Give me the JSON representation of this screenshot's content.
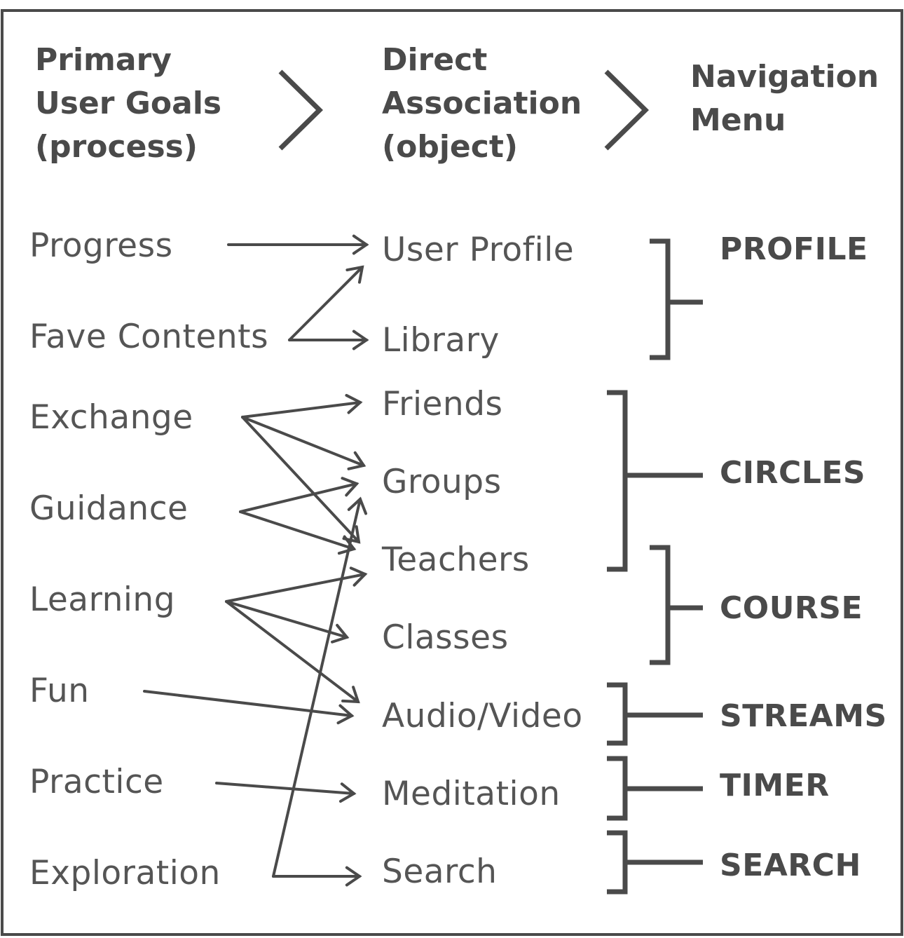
{
  "headers": {
    "goals": "Primary\nUser Goals\n(process)",
    "associations": "Direct\nAssociation\n(object)",
    "navigation": "Navigation\nMenu"
  },
  "goals": [
    "Progress",
    "Fave Contents",
    "Exchange",
    "Guidance",
    "Learning",
    "Fun",
    "Practice",
    "Exploration"
  ],
  "associations": [
    "User Profile",
    "Library",
    "Friends",
    "Groups",
    "Teachers",
    "Classes",
    "Audio/Video",
    "Meditation",
    "Search"
  ],
  "menu": [
    "PROFILE",
    "CIRCLES",
    "COURSE",
    "STREAMS",
    "TIMER",
    "SEARCH"
  ],
  "links": [
    {
      "from": "Progress",
      "to": "User Profile"
    },
    {
      "from": "Fave Contents",
      "to": "User Profile"
    },
    {
      "from": "Fave Contents",
      "to": "Library"
    },
    {
      "from": "Exchange",
      "to": "Friends"
    },
    {
      "from": "Exchange",
      "to": "Groups"
    },
    {
      "from": "Exchange",
      "to": "Teachers"
    },
    {
      "from": "Guidance",
      "to": "Groups"
    },
    {
      "from": "Guidance",
      "to": "Teachers"
    },
    {
      "from": "Learning",
      "to": "Teachers"
    },
    {
      "from": "Learning",
      "to": "Classes"
    },
    {
      "from": "Learning",
      "to": "Audio/Video"
    },
    {
      "from": "Fun",
      "to": "Audio/Video"
    },
    {
      "from": "Practice",
      "to": "Meditation"
    },
    {
      "from": "Exploration",
      "to": "Groups"
    },
    {
      "from": "Exploration",
      "to": "Search"
    }
  ],
  "groups": [
    {
      "menu": "PROFILE",
      "items": [
        "User Profile",
        "Library"
      ]
    },
    {
      "menu": "CIRCLES",
      "items": [
        "Friends",
        "Groups",
        "Teachers"
      ]
    },
    {
      "menu": "COURSE",
      "items": [
        "Teachers",
        "Classes"
      ]
    },
    {
      "menu": "STREAMS",
      "items": [
        "Audio/Video"
      ]
    },
    {
      "menu": "TIMER",
      "items": [
        "Meditation"
      ]
    },
    {
      "menu": "SEARCH",
      "items": [
        "Search"
      ]
    }
  ],
  "colors": {
    "ink": "#4a4a4a",
    "background": "#ffffff"
  }
}
